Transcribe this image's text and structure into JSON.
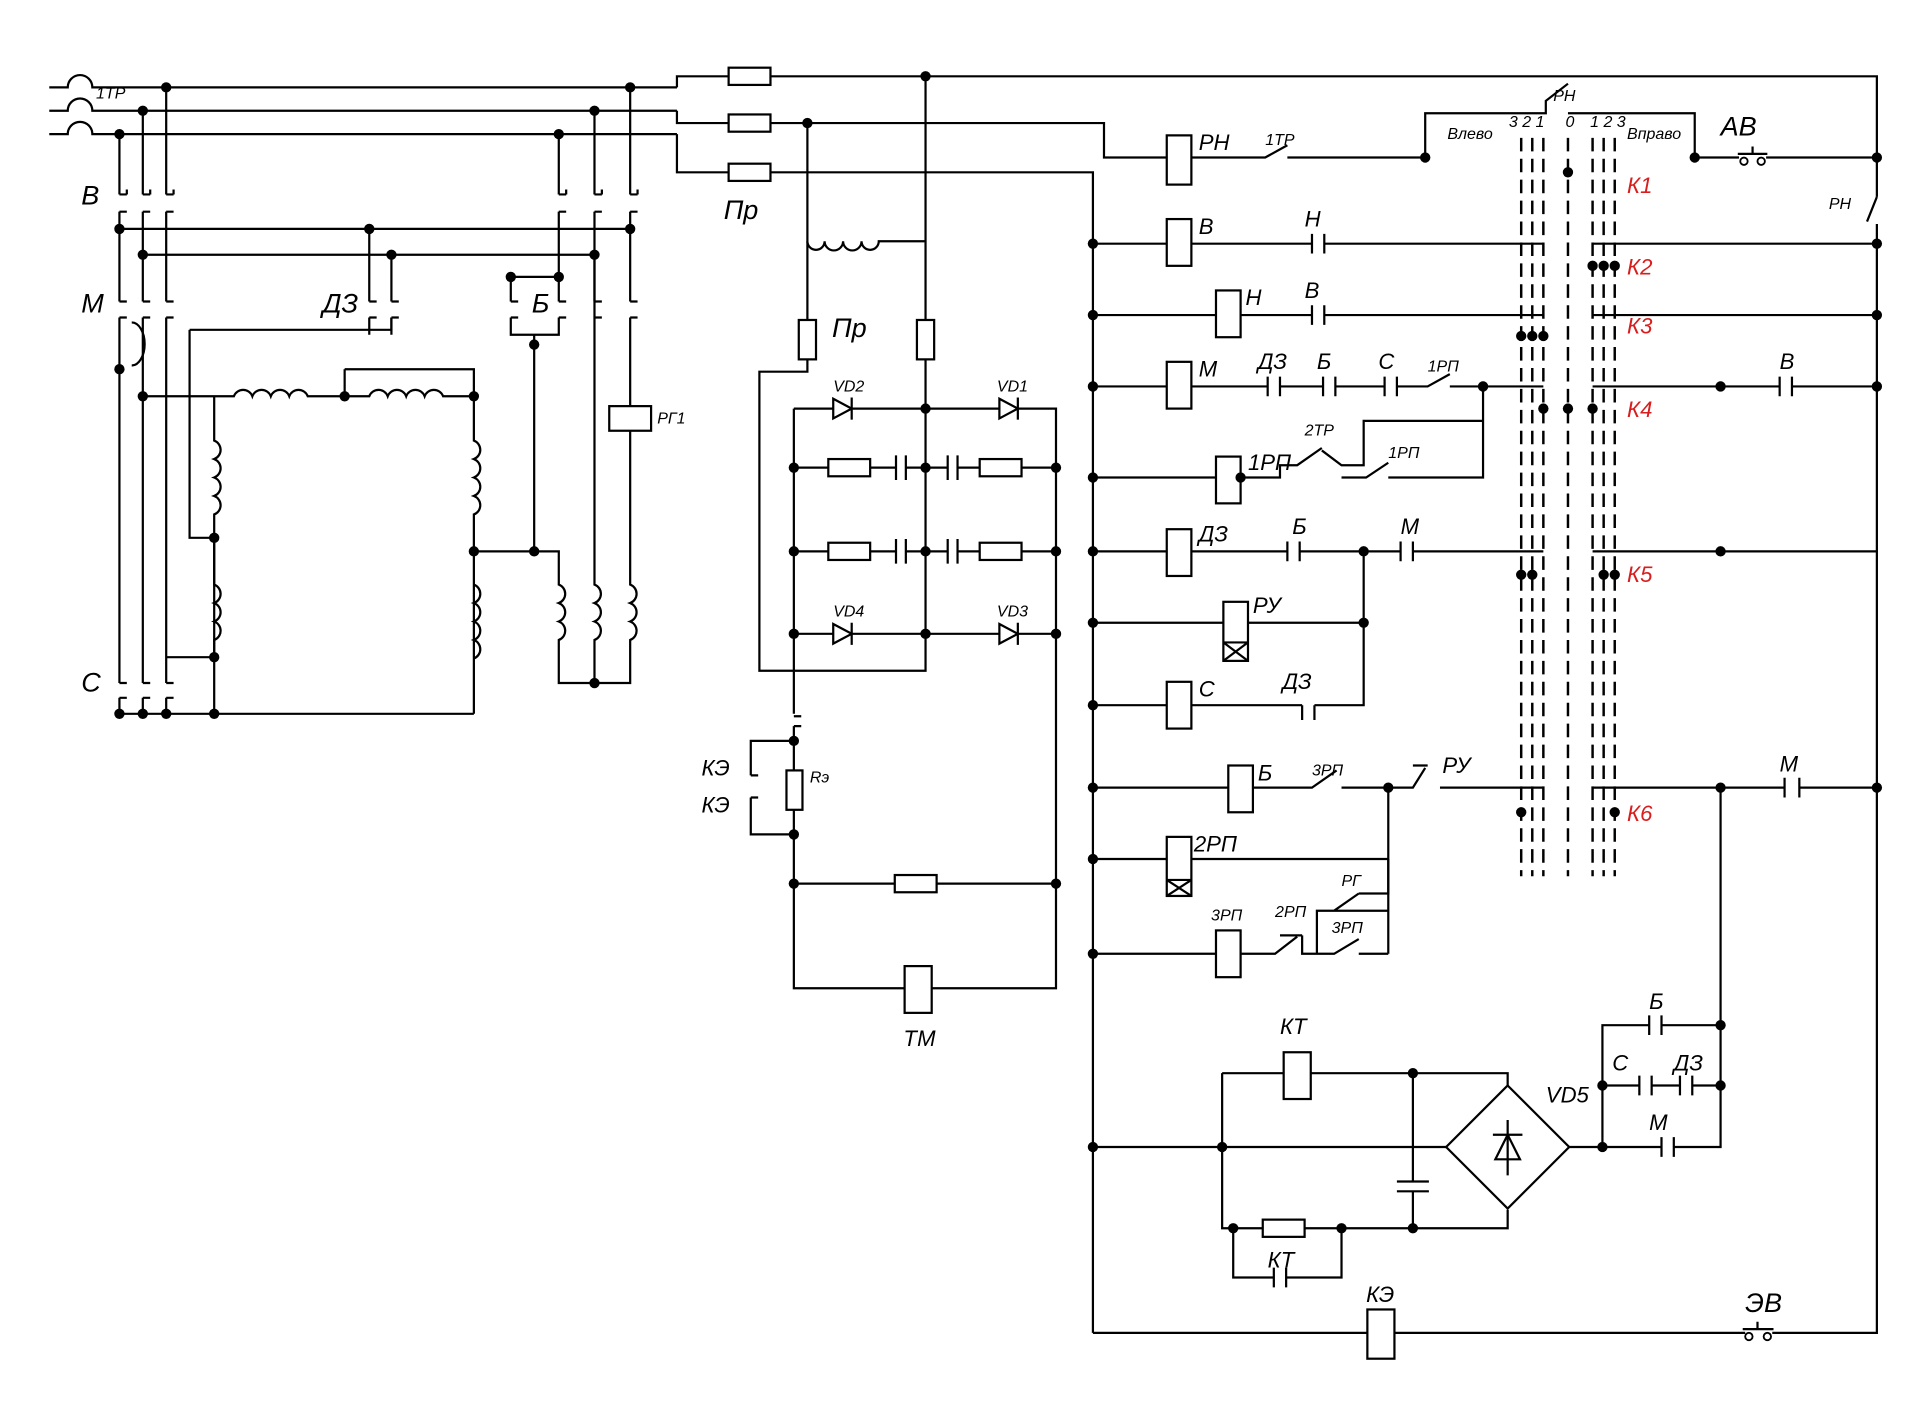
{
  "schematic_labels": {
    "tr1_top": "1ТР",
    "v": "В",
    "m": "М",
    "s": "С",
    "dz_motor": "ДЗ",
    "b_motor": "Б",
    "rg1": "РГ1",
    "pr_top": "Пр",
    "pr_mid": "Пр",
    "vd1": "VD1",
    "vd2": "VD2",
    "vd3": "VD3",
    "vd4": "VD4",
    "ke_1": "КЭ",
    "ke_2": "КЭ",
    "re": "Rэ",
    "tm": "ТМ",
    "rn_coil": "РН",
    "tr1_contact": "1ТР",
    "vlevo": "Влево",
    "vpravo": "Вправо",
    "pos_left": "3 2 1",
    "pos_zero": "0",
    "pos_right": "1 2 3",
    "rn_switch": "РН",
    "av": "АВ",
    "rn_right": "РН",
    "k1": "К1",
    "k2": "К2",
    "k3": "К3",
    "k4": "К4",
    "k5": "К5",
    "k6": "К6",
    "coil_v": "В",
    "c_n": "Н",
    "coil_n": "Н",
    "c_v": "В",
    "coil_m": "М",
    "c_dz": "ДЗ",
    "c_b": "Б",
    "c_s": "С",
    "c_1rp": "1РП",
    "right_v": "В",
    "coil_1rp": "1РП",
    "c_2tr": "2ТР",
    "c_1rp_b": "1РП",
    "coil_dz": "ДЗ",
    "c_b2": "Б",
    "c_m2": "М",
    "coil_ru": "РУ",
    "coil_s": "С",
    "c_dz2": "ДЗ",
    "coil_b": "Б",
    "c_3rp": "3РП",
    "c_ru": "РУ",
    "right_m": "М",
    "coil_2rp": "2РП",
    "coil_3rp": "3РП",
    "c_2rp": "2РП",
    "c_rg": "РГ",
    "c_3rp_b": "3РП",
    "kt_coil": "КТ",
    "kt_contact": "КТ",
    "vd5": "VD5",
    "br_b": "Б",
    "br_s": "С",
    "br_dz": "ДЗ",
    "br_m": "М",
    "ke_coil": "КЭ",
    "ev": "ЭВ"
  }
}
